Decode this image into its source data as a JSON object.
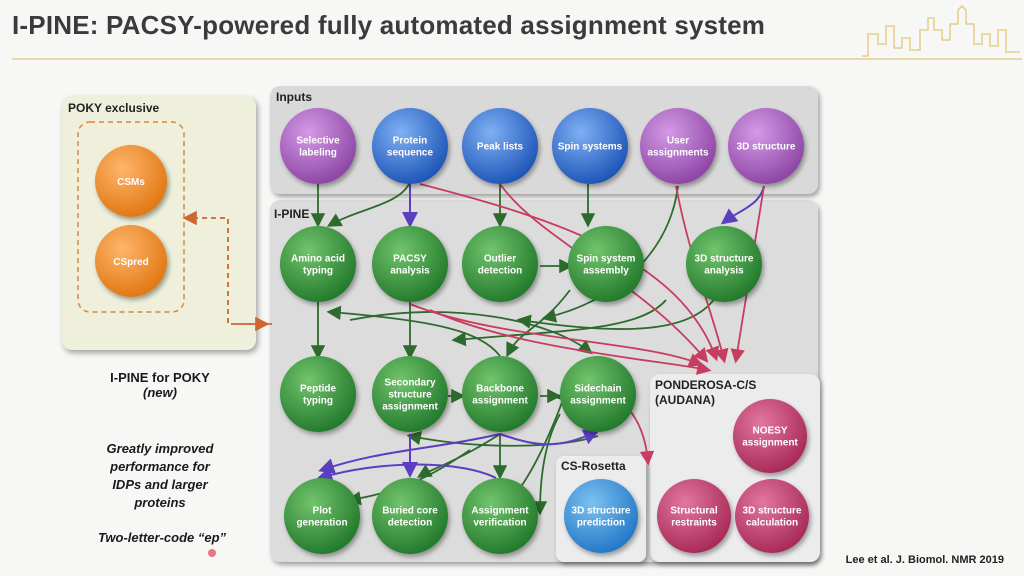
{
  "slide": {
    "title": "I-PINE: PACSY-powered fully automated assignment system",
    "citation": "Lee et al. J. Biomol. NMR 2019"
  },
  "colors": {
    "purple_node": "#a15ab8",
    "blue_node": "#2f6fd4",
    "green_node": "#2f9a3c",
    "orange_node": "#ee8a2a",
    "pink_node": "#c23c6c",
    "arrow_green": "#2d6a2d",
    "arrow_purple": "#5a3fc0",
    "arrow_pink": "#c83c60",
    "dashed_orange": "#cc6633"
  },
  "poky_panel": {
    "title": "POKY exclusive",
    "nodes": [
      "CSMs",
      "CSpred"
    ],
    "caption_line1": "I-PINE for POKY",
    "caption_line2": "(new)",
    "improved": [
      "Greatly improved",
      "performance for",
      "IDPs and larger",
      "proteins"
    ],
    "code_note": "Two-letter-code “ep”"
  },
  "inputs": {
    "title": "Inputs",
    "nodes": [
      {
        "lines": [
          "Selective",
          "labeling"
        ],
        "color": "purple"
      },
      {
        "lines": [
          "Protein",
          "sequence"
        ],
        "color": "blue"
      },
      {
        "lines": [
          "Peak lists"
        ],
        "color": "blue"
      },
      {
        "lines": [
          "Spin systems"
        ],
        "color": "blue"
      },
      {
        "lines": [
          "User",
          "assignments"
        ],
        "color": "purple"
      },
      {
        "lines": [
          "3D structure"
        ],
        "color": "purple"
      }
    ]
  },
  "ipine": {
    "title": "I-PINE",
    "row1": [
      {
        "lines": [
          "Amino acid",
          "typing"
        ]
      },
      {
        "lines": [
          "PACSY",
          "analysis"
        ]
      },
      {
        "lines": [
          "Outlier",
          "detection"
        ]
      },
      {
        "lines": [
          "Spin system",
          "assembly"
        ]
      },
      {
        "lines": [
          "3D structure",
          "analysis"
        ]
      }
    ],
    "row2": [
      {
        "lines": [
          "Peptide",
          "typing"
        ]
      },
      {
        "lines": [
          "Secondary",
          "structure",
          "assignment"
        ]
      },
      {
        "lines": [
          "Backbone",
          "assignment"
        ]
      },
      {
        "lines": [
          "Sidechain",
          "assignment"
        ]
      }
    ],
    "row3": [
      {
        "lines": [
          "Plot",
          "generation"
        ]
      },
      {
        "lines": [
          "Buried core",
          "detection"
        ]
      },
      {
        "lines": [
          "Assignment",
          "verification"
        ]
      }
    ]
  },
  "cs_rosetta": {
    "title": "CS-Rosetta",
    "node": {
      "lines": [
        "3D structure",
        "prediction"
      ]
    }
  },
  "ponderosa": {
    "title_line1": "PONDEROSA-C/S",
    "title_line2": "(AUDANA)",
    "nodes": [
      {
        "lines": [
          "NOESY",
          "assignment"
        ]
      },
      {
        "lines": [
          "Structural",
          "restraints"
        ]
      },
      {
        "lines": [
          "3D structure",
          "calculation"
        ]
      }
    ]
  }
}
